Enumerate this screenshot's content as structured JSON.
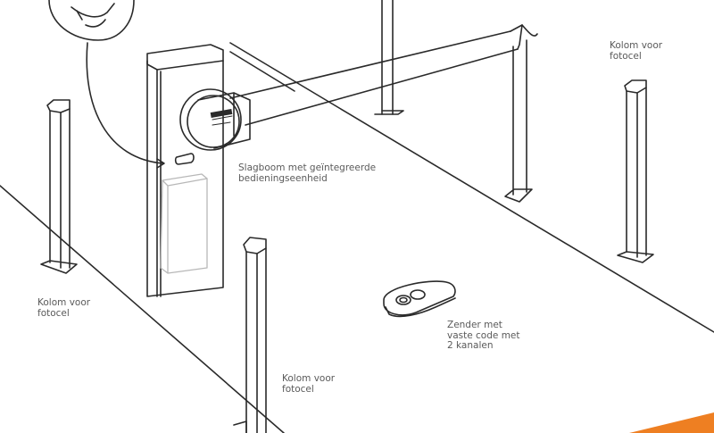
{
  "labels": {
    "column_top_right": {
      "line1": "Kolom voor",
      "line2": "fotocel"
    },
    "barrier": {
      "line1": "Slagboom met geïntegreerde",
      "line2": "bedieningseenheid"
    },
    "column_left": {
      "line1": "Kolom voor",
      "line2": "fotocel"
    },
    "transmitter": {
      "line1": "Zender met",
      "line2": "vaste code met",
      "line3": "2 kanalen"
    },
    "column_bottom": {
      "line1": "Kolom voor",
      "line2": "fotocel"
    }
  },
  "colors": {
    "line": "#2a2a2a",
    "label_text": "#5a5a5a",
    "accent": "#ee7f22",
    "background": "#ffffff"
  }
}
